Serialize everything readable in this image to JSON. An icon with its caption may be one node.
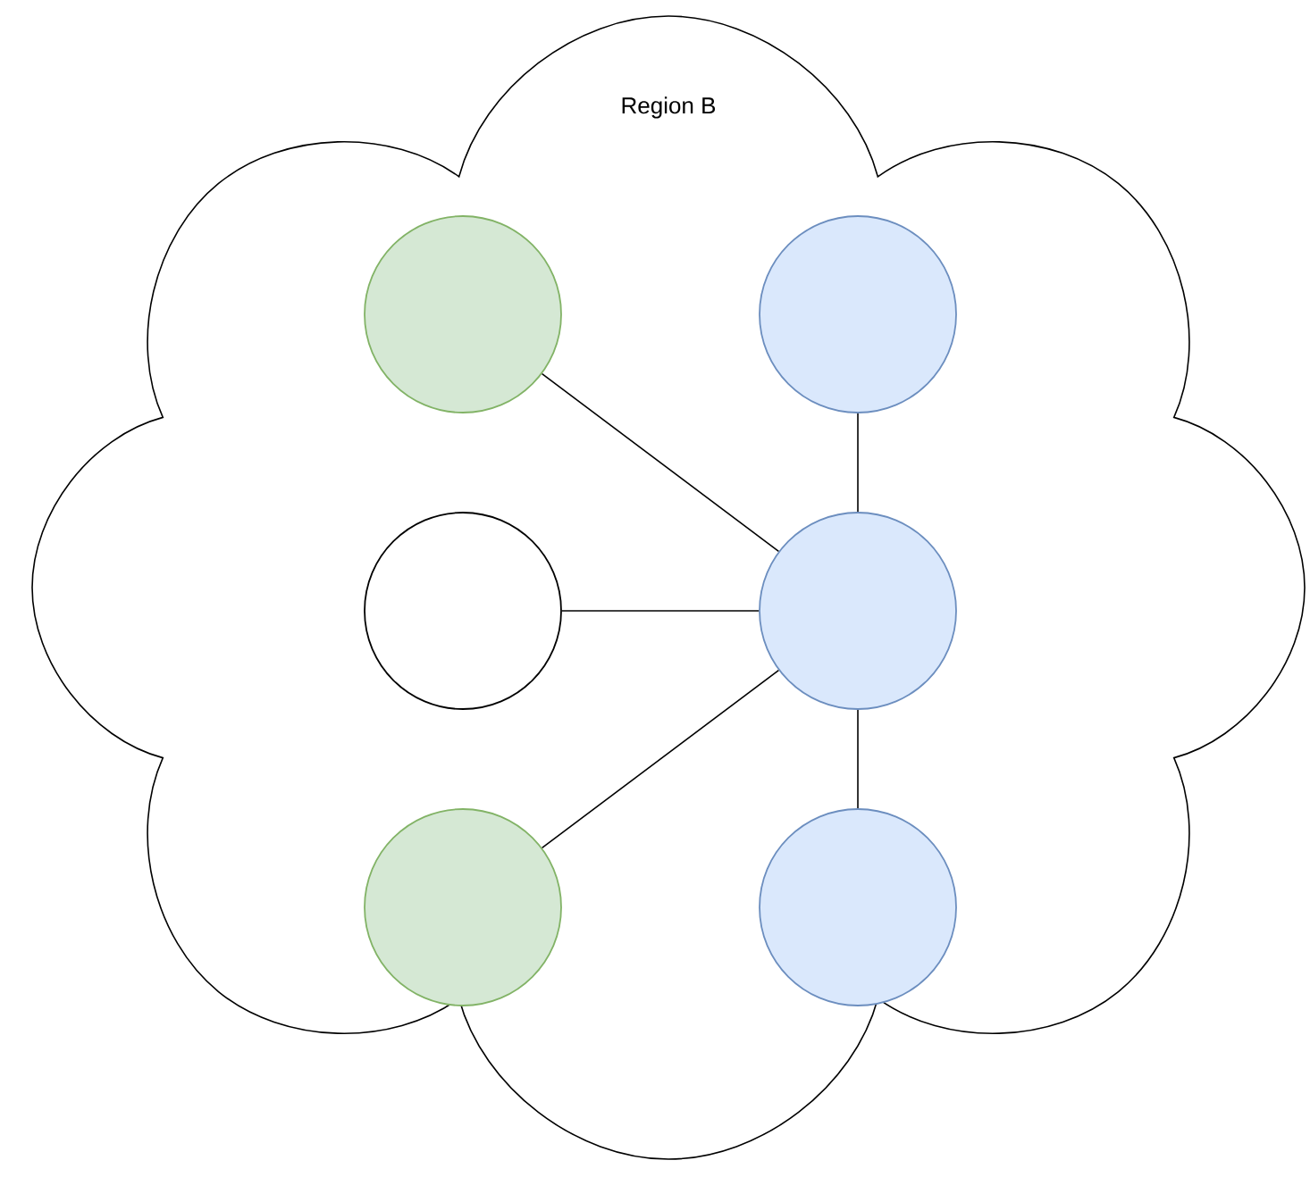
{
  "diagram": {
    "nodes": [
      {
        "text": [
          "Region B"
        ]
      },
      {
        "text": [],
        "shape": "circle",
        "in": 0
      },
      {
        "text": [],
        "shape": "circle",
        "in": 0
      },
      {
        "text": [],
        "shape": "circle",
        "in": 0
      },
      {
        "text": [],
        "shape": "circle",
        "in": 0
      },
      {
        "text": [],
        "shape": "circle",
        "in": 0
      },
      {
        "text": [],
        "shape": "circle",
        "in": 0
      }
    ],
    "edges": [
      {
        "from": 1,
        "to": 4,
        "arrow": "none"
      },
      {
        "from": 2,
        "to": 4,
        "arrow": "none"
      },
      {
        "from": 3,
        "to": 4,
        "arrow": "none"
      },
      {
        "from": 5,
        "to": 4,
        "arrow": "none"
      },
      {
        "from": 4,
        "to": 6,
        "arrow": "none"
      }
    ]
  }
}
